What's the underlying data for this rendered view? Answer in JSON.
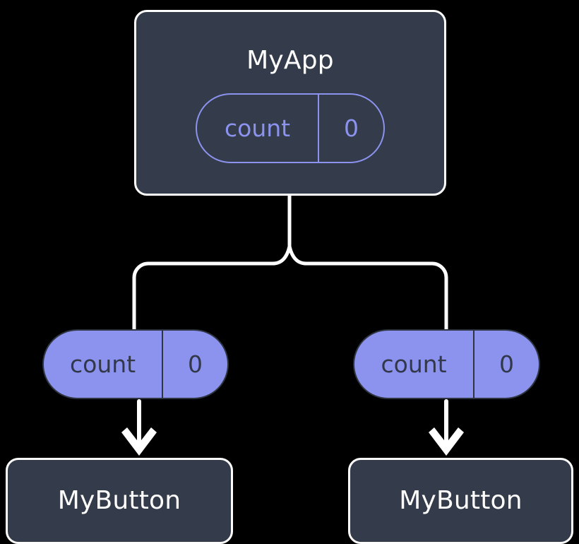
{
  "diagram": {
    "title": "MyApp component tree with count state passed as props to MyButton children",
    "background_color": "#000000",
    "colors": {
      "card_fill": "#343b4a",
      "card_border": "#ffffff",
      "card_text": "#ffffff",
      "accent": "#8b93ef",
      "pill_filled_text": "#32384a",
      "wire": "#ffffff"
    },
    "root": {
      "name": "card-myapp",
      "title": "MyApp",
      "state_pill": {
        "key": "count",
        "value": "0",
        "style": "outline"
      }
    },
    "branches": [
      {
        "name": "branch-left",
        "prop_pill": {
          "key": "count",
          "value": "0",
          "style": "filled"
        },
        "child": {
          "name": "card-mybutton-left",
          "title": "MyButton"
        }
      },
      {
        "name": "branch-right",
        "prop_pill": {
          "key": "count",
          "value": "0",
          "style": "filled"
        },
        "child": {
          "name": "card-mybutton-right",
          "title": "MyButton"
        }
      }
    ]
  }
}
